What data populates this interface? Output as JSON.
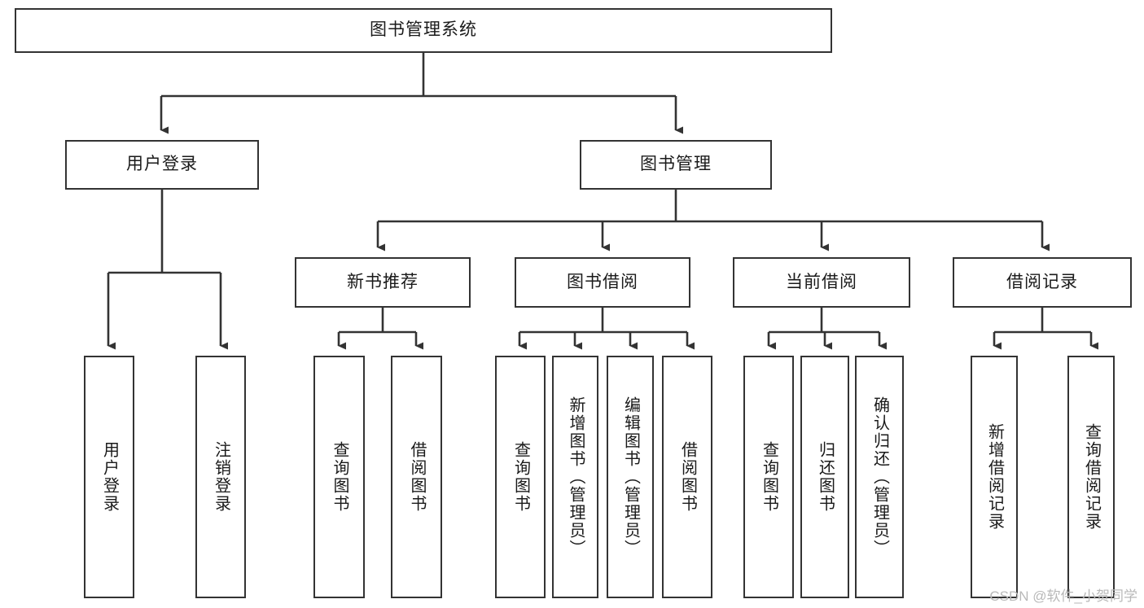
{
  "diagram": {
    "title": "图书管理系统",
    "watermark": "CSDN @软件_小贺同学",
    "level1": [
      {
        "id": "user-login",
        "label": "用户登录"
      },
      {
        "id": "book-management",
        "label": "图书管理"
      }
    ],
    "level2": [
      {
        "id": "new-book-recommend",
        "label": "新书推荐"
      },
      {
        "id": "book-borrow",
        "label": "图书借阅"
      },
      {
        "id": "current-borrow",
        "label": "当前借阅"
      },
      {
        "id": "borrow-record",
        "label": "借阅记录"
      }
    ],
    "leaves": [
      {
        "id": "leaf-user-login",
        "label": "用户登录"
      },
      {
        "id": "leaf-logout-login",
        "label": "注销登录"
      },
      {
        "id": "leaf-query-book-1",
        "label": "查询图书"
      },
      {
        "id": "leaf-borrow-book-1",
        "label": "借阅图书"
      },
      {
        "id": "leaf-query-book-2",
        "label": "查询图书"
      },
      {
        "id": "leaf-add-book-admin",
        "label": "新增图书（管理员）"
      },
      {
        "id": "leaf-edit-book-admin",
        "label": "编辑图书（管理员）"
      },
      {
        "id": "leaf-borrow-book-2",
        "label": "借阅图书"
      },
      {
        "id": "leaf-query-book-3",
        "label": "查询图书"
      },
      {
        "id": "leaf-return-book",
        "label": "归还图书"
      },
      {
        "id": "leaf-confirm-return-admin",
        "label": "确认归还（管理员）"
      },
      {
        "id": "leaf-add-borrow-record",
        "label": "新增借阅记录"
      },
      {
        "id": "leaf-query-borrow-record",
        "label": "查询借阅记录"
      }
    ],
    "colors": {
      "stroke": "#333333",
      "fill": "#ffffff",
      "text": "#1a1a1a",
      "watermark": "#b9b9b9"
    }
  }
}
